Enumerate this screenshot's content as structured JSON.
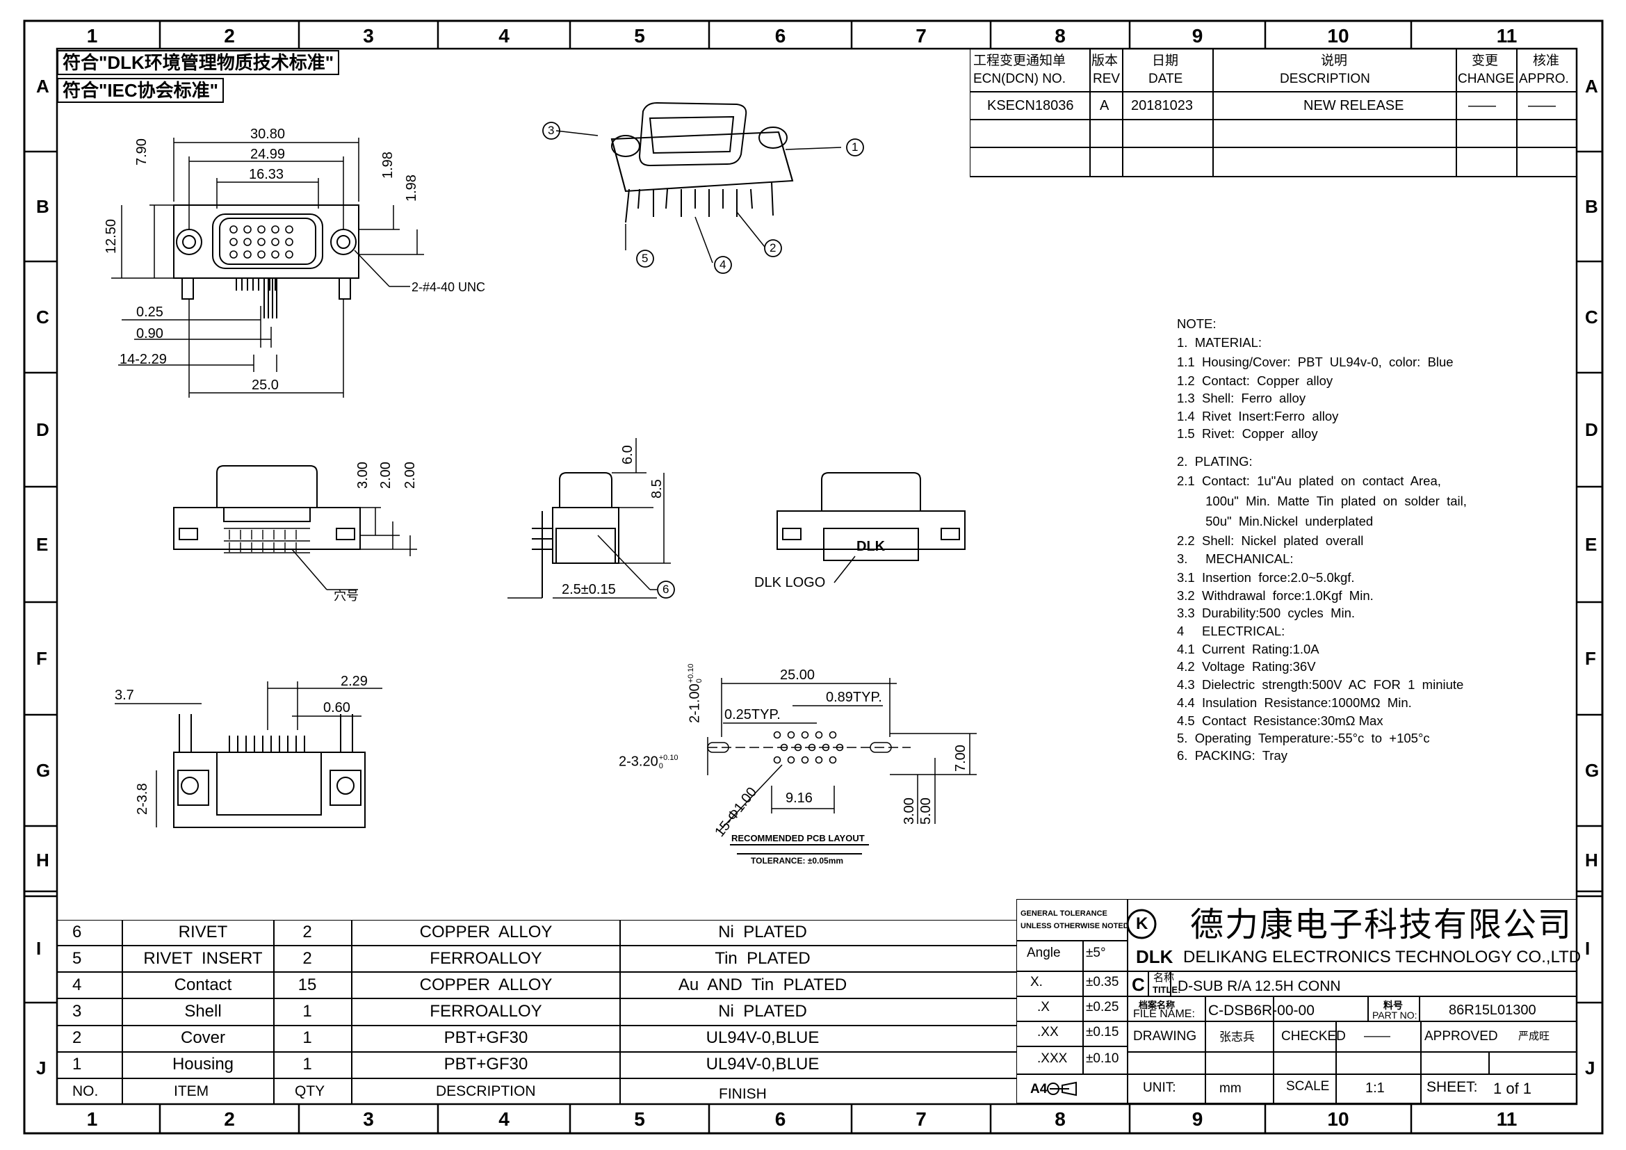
{
  "ruler": {
    "columns": [
      "1",
      "2",
      "3",
      "4",
      "5",
      "6",
      "7",
      "8",
      "9",
      "10",
      "11"
    ],
    "rows": [
      "A",
      "B",
      "C",
      "D",
      "E",
      "F",
      "G",
      "H",
      "I",
      "J"
    ]
  },
  "compliance": {
    "dlk_standard": "符合\"DLK环境管理物质技术标准\"",
    "iec_standard": "符合\"IEC协会标准\""
  },
  "revision_table": {
    "headers": {
      "ecn_cn": "工程变更通知单",
      "ecn_en": "ECN(DCN)  NO.",
      "rev_cn": "版本",
      "rev_en": "REV",
      "date_cn": "日期",
      "date_en": "DATE",
      "desc_cn": "说明",
      "desc_en": "DESCRIPTION",
      "change_cn": "变更",
      "change_en": "CHANGE",
      "appro_cn": "核准",
      "appro_en": "APPRO."
    },
    "rows": [
      {
        "ecn": "KSECN18036",
        "rev": "A",
        "date": "20181023",
        "description": "NEW RELEASE",
        "change": "——",
        "appro": "——"
      }
    ]
  },
  "dimensions": {
    "top_view": {
      "overall_width": "30.80",
      "pitch_width": "24.99",
      "shell_width": "16.33",
      "height_left": "7.90",
      "body_height": "12.50",
      "right_upper": "1.98",
      "right_lower": "1.98",
      "thread": "2-#4-40 UNC",
      "pin_dim_a": "0.25",
      "pin_dim_b": "0.90",
      "pin_pitch": "14-2.29",
      "tail_span": "25.0"
    },
    "front_view": {
      "dim_a": "3.00",
      "dim_b": "2.00",
      "dim_c": "2.00",
      "hole_label": "穴号"
    },
    "side_view": {
      "dim_top": "6.0",
      "dim_total": "8.5",
      "offset": "2.5±0.15"
    },
    "logo_view": {
      "logo_text": "DLK",
      "logo_label": "DLK LOGO"
    },
    "bottom_view": {
      "left": "3.7",
      "pitch": "2.29",
      "pin_w": "0.60",
      "side": "2-3.8"
    },
    "pcb_layout": {
      "span": "25.00",
      "typ_a": "0.89TYP.",
      "typ_b": "0.25TYP.",
      "slot_v": "2-1.00",
      "slot_v_tol_upper": "+0.10",
      "slot_v_tol_lower": "0",
      "mount": "2-3.20",
      "mount_tol_upper": "+0.10",
      "mount_tol_lower": "0",
      "holes": "15-Φ1.00",
      "row_span": "9.16",
      "height": "7.00",
      "edge_a": "3.00",
      "edge_b": "5.00",
      "caption": "RECOMMENDED PCB LAYOUT",
      "tolerance": "TOLERANCE: ±0.05mm"
    },
    "balloons": [
      "1",
      "2",
      "3",
      "4",
      "5",
      "6"
    ]
  },
  "notes": [
    "NOTE:",
    "1.  MATERIAL:",
    "1.1  Housing/Cover:  PBT  UL94v-0,  color:  Blue",
    "1.2  Contact:  Copper  alloy",
    "1.3  Shell:  Ferro  alloy",
    "1.4  Rivet  Insert:Ferro  alloy",
    "1.5  Rivet:  Copper  alloy",
    "2.  PLATING:",
    "2.1  Contact:  1u\"Au  plated  on  contact  Area,",
    "        100u\"  Min.  Matte  Tin  plated  on  solder  tail,",
    "        50u\"  Min.Nickel  underplated",
    "2.2  Shell:  Nickel  plated  overall",
    "3.     MECHANICAL:",
    "3.1  Insertion  force:2.0~5.0kgf.",
    "3.2  Withdrawal  force:1.0Kgf  Min.",
    "3.3  Durability:500  cycles  Min.",
    "4     ELECTRICAL:",
    "4.1  Current  Rating:1.0A",
    "4.2  Voltage  Rating:36V",
    "4.3  Dielectric  strength:500V  AC  FOR  1  miniute",
    "4.4  Insulation  Resistance:1000MΩ  Min.",
    "4.5  Contact  Resistance:30mΩ Max",
    "5.  Operating  Temperature:-55°c  to  +105°c",
    "6.  PACKING:  Tray"
  ],
  "bom": {
    "headers": {
      "no": "NO.",
      "item": "ITEM",
      "qty": "QTY",
      "description": "DESCRIPTION",
      "finish": "FINISH"
    },
    "rows": [
      {
        "no": "6",
        "item": "RIVET",
        "qty": "2",
        "description": "COPPER  ALLOY",
        "finish": "Ni  PLATED"
      },
      {
        "no": "5",
        "item": "RIVET  INSERT",
        "qty": "2",
        "description": "FERROALLOY",
        "finish": "Tin  PLATED"
      },
      {
        "no": "4",
        "item": "Contact",
        "qty": "15",
        "description": "COPPER  ALLOY",
        "finish": "Au  AND  Tin  PLATED"
      },
      {
        "no": "3",
        "item": "Shell",
        "qty": "1",
        "description": "FERROALLOY",
        "finish": "Ni  PLATED"
      },
      {
        "no": "2",
        "item": "Cover",
        "qty": "1",
        "description": "PBT+GF30",
        "finish": "UL94V-0,BLUE"
      },
      {
        "no": "1",
        "item": "Housing",
        "qty": "1",
        "description": "PBT+GF30",
        "finish": "UL94V-0,BLUE"
      }
    ]
  },
  "title_block": {
    "general_tolerance_1": "GENERAL  TOLERANCE",
    "general_tolerance_2": "UNLESS  OTHERWISE  NOTED",
    "tolerances": [
      {
        "label": "Angle",
        "value": "±5°"
      },
      {
        "label": "X.",
        "value": "±0.35"
      },
      {
        "label": ".X",
        "value": "±0.25"
      },
      {
        "label": ".XX",
        "value": "±0.15"
      },
      {
        "label": ".XXX",
        "value": "±0.10"
      }
    ],
    "sheet_size": "A4",
    "company_cn": "德力康电子科技有限公司",
    "company_logo": "DLK",
    "company_en": "DELIKANG  ELECTRONICS  TECHNOLOGY  CO.,LTD",
    "size_code": "C",
    "title_label_cn": "名称",
    "title_label_en": "TITLE:",
    "title": "D-SUB  R/A  12.5H  CONN",
    "file_label_cn": "档案名称",
    "file_label_en": "FILE  NAME:",
    "file_name": "C-DSB6R-00-00",
    "part_label_cn": "料号",
    "part_label_en": "PART  NO:",
    "part_no": "86R15L01300",
    "drawing_label": "DRAWING",
    "drawing_by": "张志兵",
    "checked_label": "CHECKED",
    "checked_by": "——",
    "approved_label": "APPROVED",
    "approved_by": "严成旺",
    "unit_label": "UNIT:",
    "unit": "mm",
    "scale_label": "SCALE",
    "scale": "1:1",
    "sheet_label": "SHEET:",
    "sheet": "1  of  1"
  }
}
